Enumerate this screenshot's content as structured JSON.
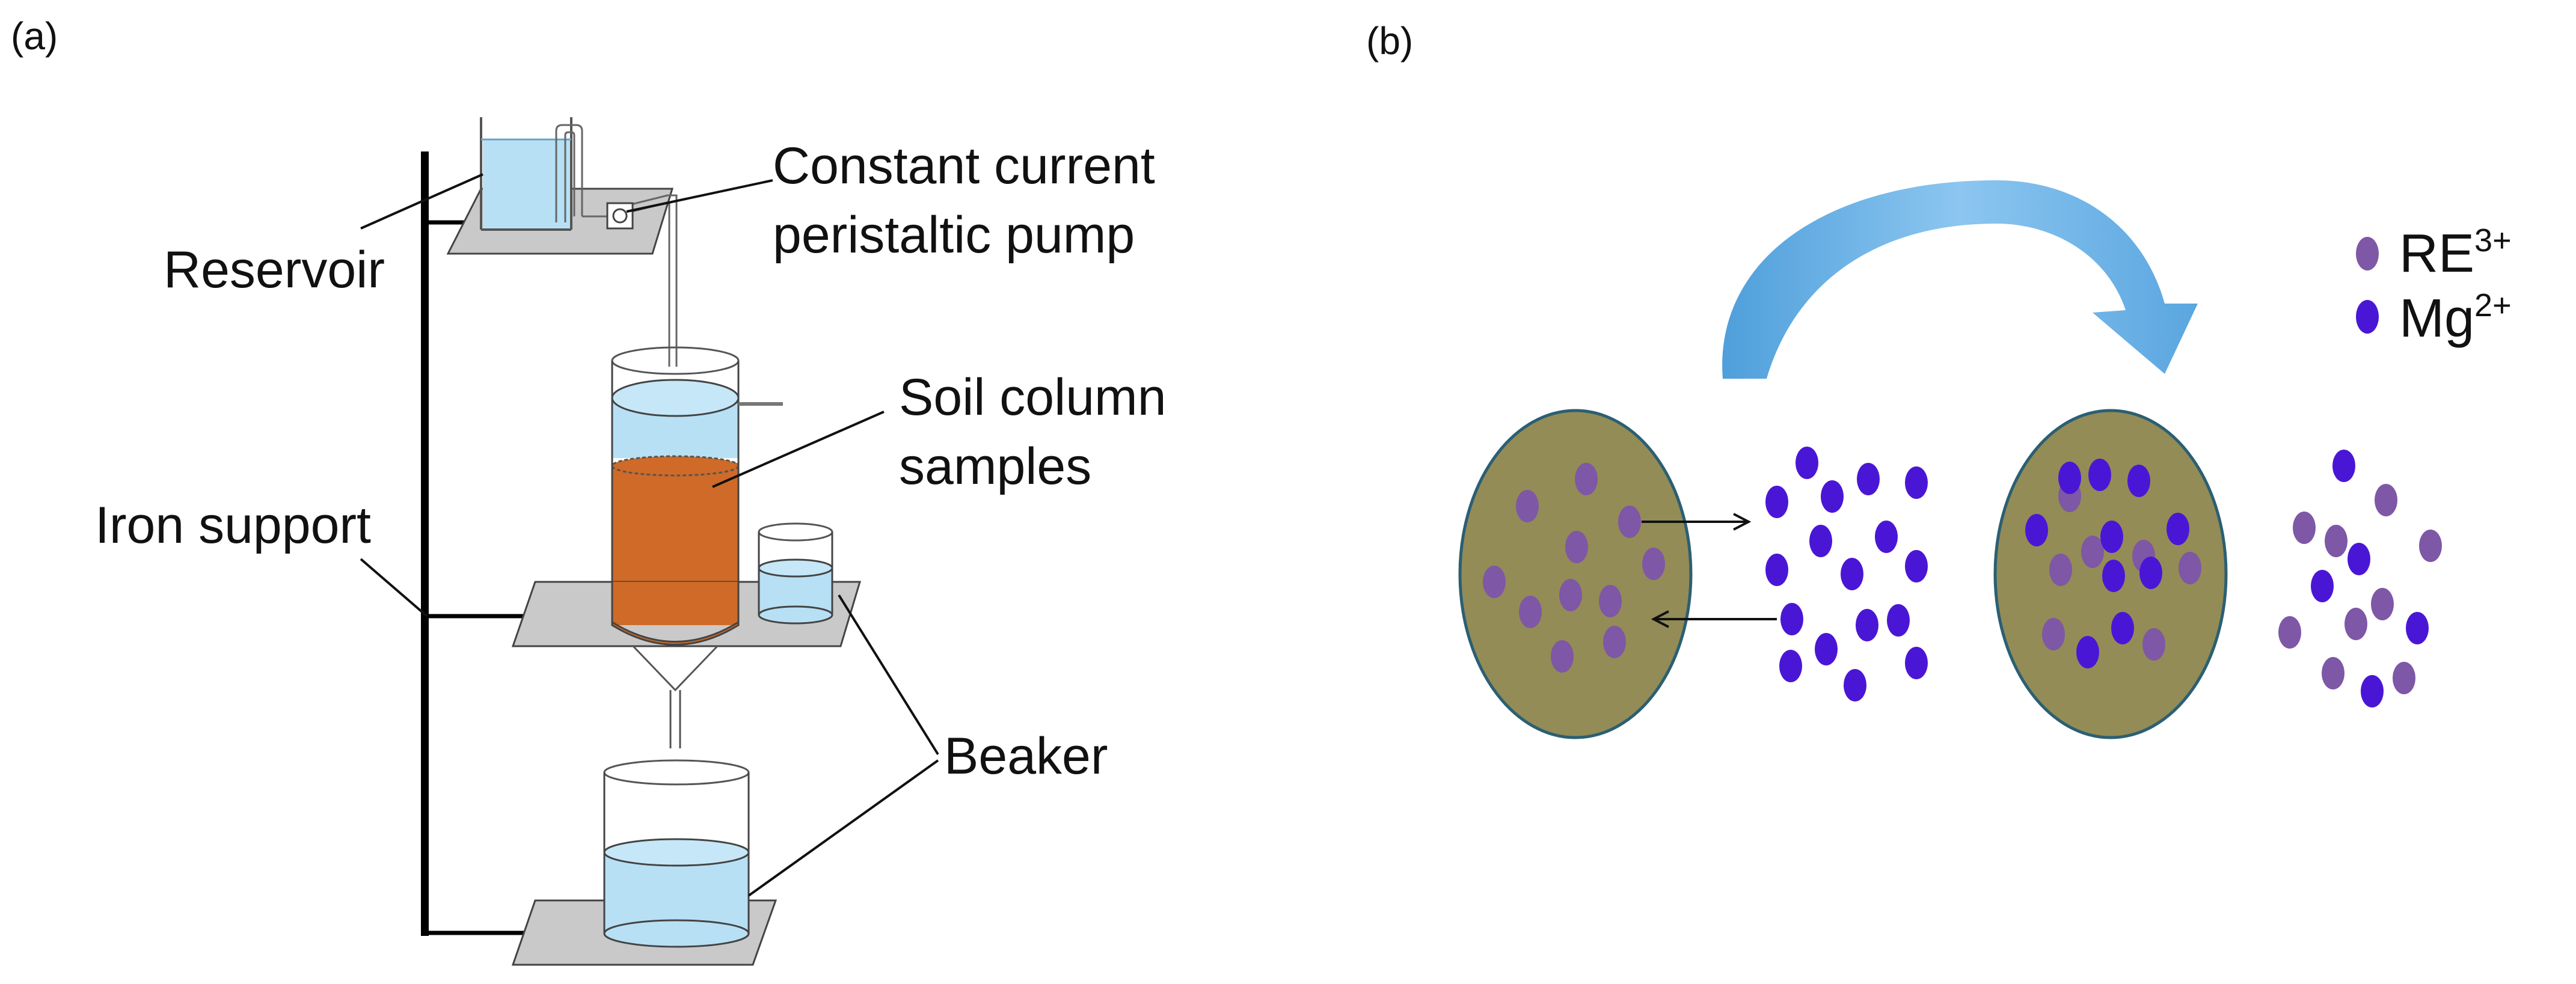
{
  "figure": {
    "panel_a": {
      "panel_label": "(a)",
      "labels": {
        "reservoir": "Reservoir",
        "pump_line1": "Constant current",
        "pump_line2": "peristaltic pump",
        "soil_line1": "Soil column",
        "soil_line2": "samples",
        "iron_support": "Iron support",
        "beaker": "Beaker"
      },
      "colors": {
        "water": "#b7e0f5",
        "soil": "#cf6a28",
        "shelf": "#c9c9c9",
        "stand": "#000000"
      }
    },
    "panel_b": {
      "panel_label": "(b)",
      "legend": {
        "re_base": "RE",
        "re_charge": "3+",
        "mg_base": "Mg",
        "mg_charge": "2+"
      },
      "colors": {
        "particle": "#938c56",
        "particle_edge": "#2b5f73",
        "re_ion": "#7e57a6",
        "mg_ion": "#4a16d6",
        "arrow": "#6fb2e4"
      }
    }
  }
}
